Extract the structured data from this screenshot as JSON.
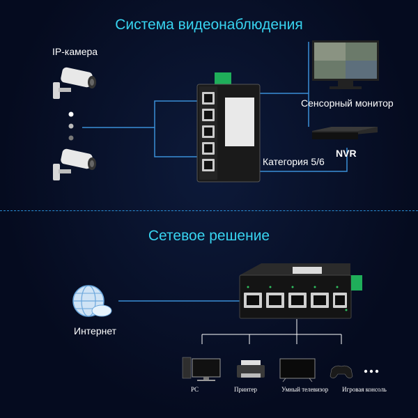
{
  "surveillance": {
    "title": "Система видеонаблюдения",
    "camera_label": "IP-камера",
    "monitor_label": "Сенсорный монитор",
    "nvr_label": "NVR",
    "cable_label": "Категория 5/6"
  },
  "network": {
    "title": "Сетевое решение",
    "internet_label": "Интернет",
    "devices": [
      {
        "label": "PC",
        "icon": "pc-icon"
      },
      {
        "label": "Принтер",
        "icon": "printer-icon"
      },
      {
        "label": "Умный телевизор",
        "icon": "tv-icon"
      },
      {
        "label": "Игровая консоль",
        "icon": "gamepad-icon"
      }
    ]
  },
  "colors": {
    "accent": "#38d4f0",
    "line": "#3a8fd8",
    "background": "#050b1f"
  }
}
